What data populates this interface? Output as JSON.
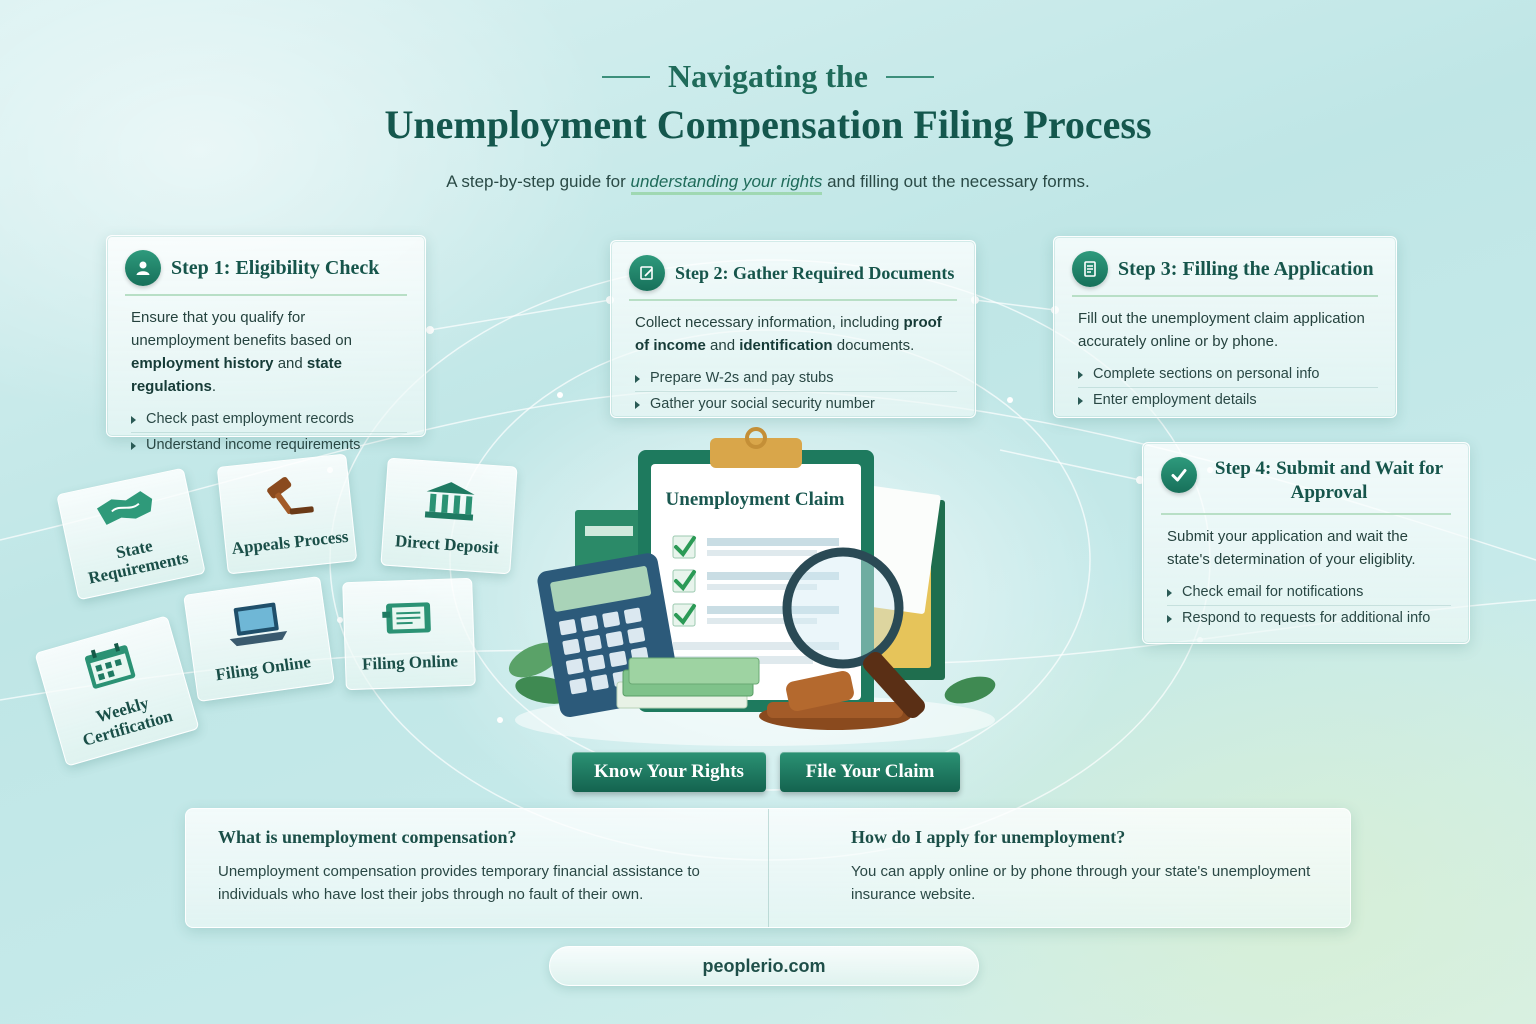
{
  "header": {
    "title_line1": "Navigating the",
    "title_line2": "Unemployment Compensation Filing Process",
    "subtitle_pre": "A step-by-step guide for",
    "subtitle_em": "understanding your rights",
    "subtitle_post": "and filling out the necessary forms."
  },
  "steps": [
    {
      "title": "Step 1: Eligibility Check",
      "icon": "person-icon",
      "body_parts": [
        "Ensure that you qualify for unemployment benefits based on ",
        "employment history",
        " and ",
        "state regulations",
        "."
      ],
      "bullets": [
        "Check past employment records",
        "Understand income requirements"
      ]
    },
    {
      "title": "Step 2: Gather Required Documents",
      "icon": "document-edit-icon",
      "body_parts": [
        "Collect necessary information, including ",
        "proof of income",
        " and ",
        "identification",
        " documents."
      ],
      "bullets": [
        "Prepare W-2s and pay stubs",
        "Gather your social security number"
      ]
    },
    {
      "title": "Step 3: Filling the Application",
      "icon": "form-icon",
      "body": "Fill out the unemployment claim application accurately online or by phone.",
      "bullets": [
        "Complete sections on personal info",
        "Enter employment details"
      ]
    },
    {
      "title": "Step 4: Submit and Wait for Approval",
      "icon": "checkmark-icon",
      "body": "Submit your application and wait the state's determination of your eligiblity.",
      "bullets": [
        "Check email for notifications",
        "Respond to requests for additional info"
      ]
    }
  ],
  "tiles": [
    {
      "label": "State Requirements",
      "icon": "handshake-map-icon"
    },
    {
      "label": "Appeals Process",
      "icon": "gavel-icon"
    },
    {
      "label": "Direct Deposit",
      "icon": "bank-icon"
    },
    {
      "label": "Filing Online",
      "icon": "laptop-icon"
    },
    {
      "label": "Filing Online",
      "icon": "online-form-icon"
    },
    {
      "label": "Weekly Certification",
      "icon": "calendar-icon"
    }
  ],
  "illustration": {
    "clipboard_title": "Unemployment Claim"
  },
  "buttons": {
    "rights": "Know Your Rights",
    "claim": "File Your Claim"
  },
  "faq": [
    {
      "question": "What is unemployment compensation?",
      "answer": "Unemployment compensation provides temporary financial assistance to individuals who have lost their jobs through no fault of their own."
    },
    {
      "question": "How do I apply for unemployment?",
      "answer": "You can apply online or by phone through your state's unemployment insurance website."
    }
  ],
  "footer": {
    "site": "peoplerio.com"
  },
  "colors": {
    "brand_green": "#17705a",
    "title_teal": "#14574d",
    "background": "#c6eaea"
  }
}
